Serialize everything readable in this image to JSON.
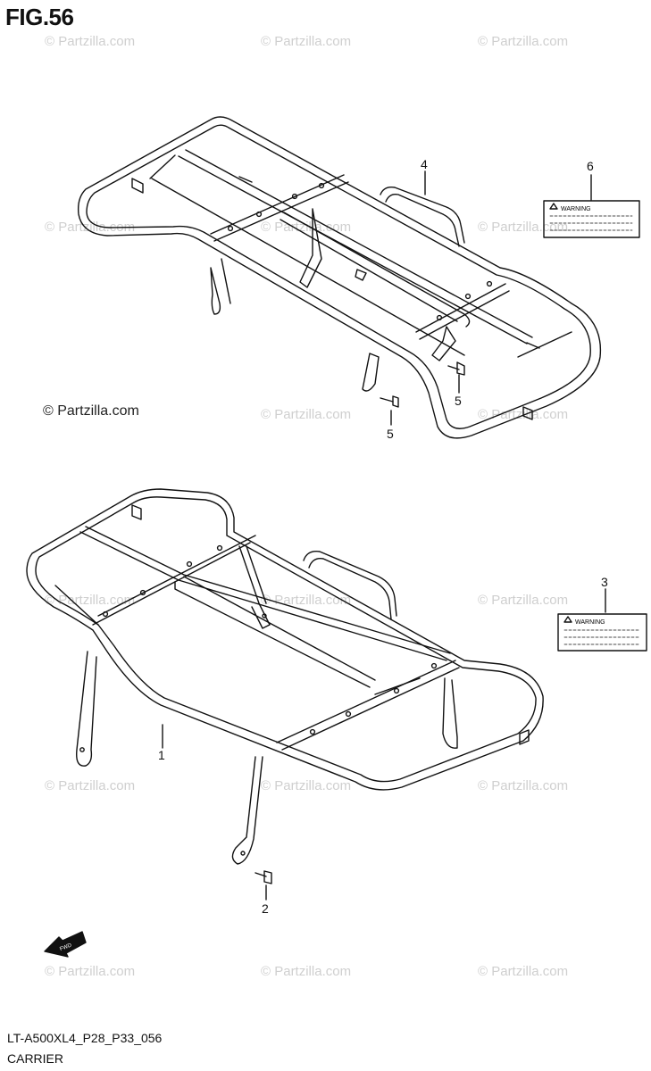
{
  "figure": {
    "title": "FIG.56",
    "diagram_code": "LT-A500XL4_P28_P33_056",
    "section_label": "CARRIER"
  },
  "copyright": "© Partzilla.com",
  "watermark_text": "© Partzilla.com",
  "callouts": {
    "rear_carrier": "4",
    "front_carrier": "1",
    "bolt_front": "2",
    "bolt_rear_a": "5",
    "bolt_rear_b": "5",
    "label_front": "3",
    "label_rear": "6"
  },
  "labels": {
    "front_warning": "WARNING",
    "rear_warning": "WARNING"
  },
  "fwd_arrow": "FWD",
  "colors": {
    "line": "#111111",
    "watermark": "#cfcfcf"
  }
}
